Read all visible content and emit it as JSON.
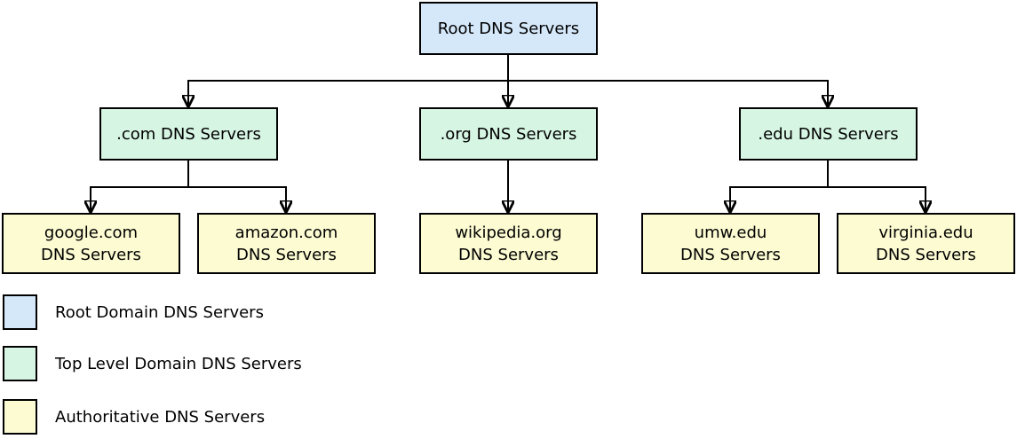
{
  "diagram": {
    "nodes": {
      "root": {
        "label": "Root DNS Servers",
        "type": "root"
      },
      "com": {
        "label": ".com DNS Servers",
        "type": "tld"
      },
      "org": {
        "label": ".org DNS Servers",
        "type": "tld"
      },
      "edu": {
        "label": ".edu DNS Servers",
        "type": "tld"
      },
      "google": {
        "label": "google.com\nDNS Servers",
        "type": "authoritative"
      },
      "amazon": {
        "label": "amazon.com\nDNS Servers",
        "type": "authoritative"
      },
      "wikipedia": {
        "label": "wikipedia.org\nDNS Servers",
        "type": "authoritative"
      },
      "umw": {
        "label": "umw.edu\nDNS Servers",
        "type": "authoritative"
      },
      "virginia": {
        "label": "virginia.edu\nDNS Servers",
        "type": "authoritative"
      }
    },
    "edges": [
      {
        "from": "root",
        "to": "com"
      },
      {
        "from": "root",
        "to": "org"
      },
      {
        "from": "root",
        "to": "edu"
      },
      {
        "from": "com",
        "to": "google"
      },
      {
        "from": "com",
        "to": "amazon"
      },
      {
        "from": "org",
        "to": "wikipedia"
      },
      {
        "from": "edu",
        "to": "umw"
      },
      {
        "from": "edu",
        "to": "virginia"
      }
    ]
  },
  "legend": {
    "items": [
      {
        "label": "Root Domain DNS Servers",
        "color": "#d5e8fa"
      },
      {
        "label": "Top Level Domain DNS Servers",
        "color": "#d6f5e3"
      },
      {
        "label": "Authoritative DNS Servers",
        "color": "#fcfbd2"
      }
    ]
  },
  "colors": {
    "root_fill": "#d5e8fa",
    "tld_fill": "#d6f5e3",
    "authoritative_fill": "#fcfbd2",
    "border": "#000000",
    "connector": "#000000",
    "background": "#ffffff"
  }
}
